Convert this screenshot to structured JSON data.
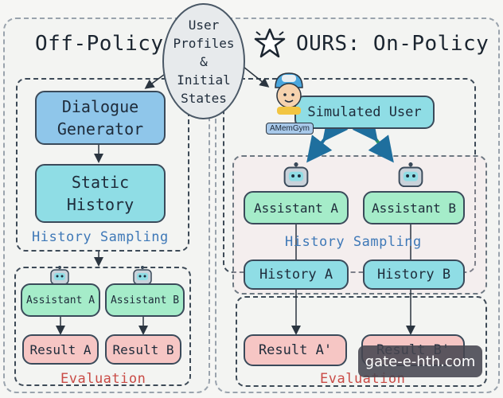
{
  "left": {
    "title": "Off-Policy",
    "dialogue_generator": "Dialogue\nGenerator",
    "static_history": "Static\nHistory",
    "history_sampling": "History Sampling",
    "assistant_a": "Assistant A",
    "assistant_b": "Assistant B",
    "result_a": "Result A",
    "result_b": "Result B",
    "evaluation": "Evaluation"
  },
  "center": {
    "profiles": "User\nProfiles\n&\nInitial\nStates"
  },
  "right": {
    "title": "OURS: On-Policy",
    "simulated_user": "Simulated User",
    "badge": "AMemGym",
    "assistant_a": "Assistant A",
    "assistant_b": "Assistant B",
    "history_sampling": "History Sampling",
    "history_a": "History A",
    "history_b": "History B",
    "result_a": "Result A'",
    "result_b": "Result B'",
    "evaluation": "Evaluation"
  },
  "watermark": "gate-e-hth.com",
  "colors": {
    "generator_blue": "#8fc6ea",
    "history_teal": "#8fdde5",
    "assistant_mint": "#a5ecc9",
    "result_pink": "#f6c6c4",
    "sampling_text": "#3e78b7",
    "evaluation_text": "#c94a45"
  },
  "icons": [
    "star-icon",
    "robot-icon",
    "user-avatar-icon"
  ]
}
